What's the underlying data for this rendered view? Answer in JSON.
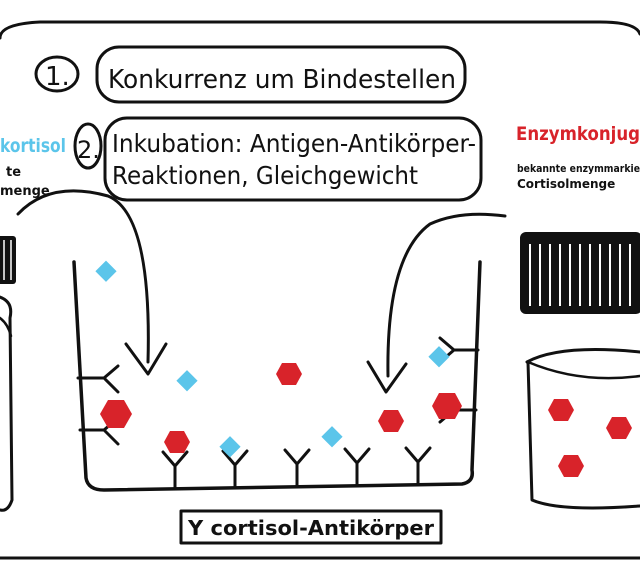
{
  "steps": [
    {
      "number": "1.",
      "text": "Konkurrenz um Bindestellen"
    },
    {
      "number": "2.",
      "lines": [
        "Inkubation: Antigen-Antikörper-",
        "Reaktionen, Gleichgewicht"
      ]
    }
  ],
  "left_label": {
    "title": "kortisol",
    "lines": [
      "te",
      "menge"
    ]
  },
  "right_label": {
    "title": "Enzymkonjug",
    "lines": [
      "bekannte enzymmarkie",
      "Cortisolmenge"
    ]
  },
  "bottom_label": "Y cortisol-Antikörper",
  "colors": {
    "cortisol": "#5bc5ea",
    "enzyme_conjugate": "#d8232a",
    "ink": "#111111"
  },
  "icons": {
    "antibody": "y-antibody-icon",
    "cortisol": "cyan-diamond-icon",
    "conjugate": "red-hexagon-icon"
  }
}
